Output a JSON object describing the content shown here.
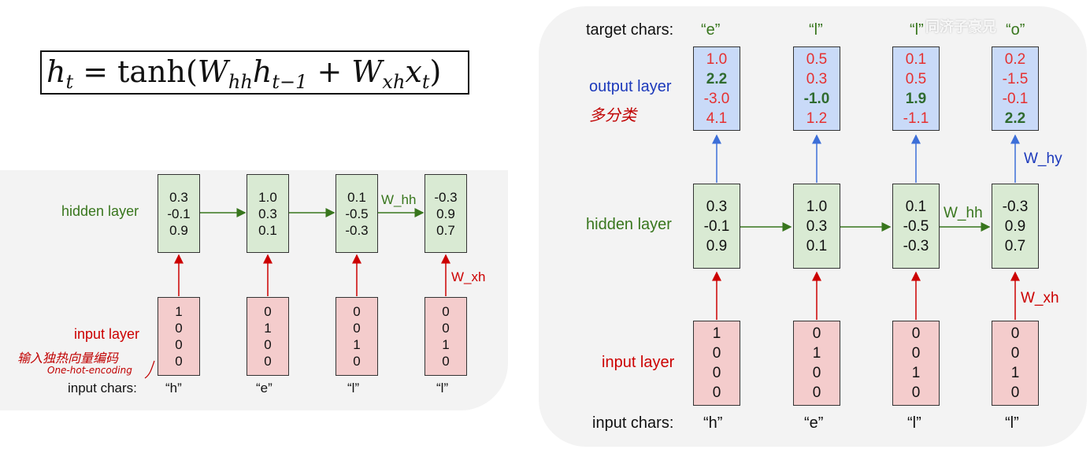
{
  "formula": {
    "h": "h",
    "t": "t",
    "eq": "= tanh(",
    "W1": "W",
    "hh": "hh",
    "h2": "h",
    "tm1": "t−1",
    "plus": " + ",
    "W2": "W",
    "xh": "xh",
    "x": "x",
    "t2": "t",
    "close": ")"
  },
  "left": {
    "hidden_label": "hidden layer",
    "input_label": "input layer",
    "input_chars_label": "input chars:",
    "handwritten_cn": "输入独热向量编码",
    "handwritten_en": "One-hot-encoding",
    "w_hh": "W_hh",
    "w_xh": "W_xh",
    "hidden": [
      [
        "0.3",
        "-0.1",
        "0.9"
      ],
      [
        "1.0",
        "0.3",
        "0.1"
      ],
      [
        "0.1",
        "-0.5",
        "-0.3"
      ],
      [
        "-0.3",
        "0.9",
        "0.7"
      ]
    ],
    "input": [
      [
        "1",
        "0",
        "0",
        "0"
      ],
      [
        "0",
        "1",
        "0",
        "0"
      ],
      [
        "0",
        "0",
        "1",
        "0"
      ],
      [
        "0",
        "0",
        "1",
        "0"
      ]
    ],
    "chars": [
      "“h”",
      "“e”",
      "“l”",
      "“l”"
    ]
  },
  "right": {
    "target_label": "target chars:",
    "output_label": "output layer",
    "handwritten_cn": "多分类",
    "hidden_label": "hidden layer",
    "input_label": "input layer",
    "input_chars_label": "input chars:",
    "w_hh": "W_hh",
    "w_xh": "W_xh",
    "w_hy": "W_hy",
    "targets": [
      "“e”",
      "“l”",
      "“l”",
      "“o”"
    ],
    "output": [
      [
        {
          "v": "1.0",
          "hi": false
        },
        {
          "v": "2.2",
          "hi": true
        },
        {
          "v": "-3.0",
          "hi": false
        },
        {
          "v": "4.1",
          "hi": false
        }
      ],
      [
        {
          "v": "0.5",
          "hi": false
        },
        {
          "v": "0.3",
          "hi": false
        },
        {
          "v": "-1.0",
          "hi": true
        },
        {
          "v": "1.2",
          "hi": false
        }
      ],
      [
        {
          "v": "0.1",
          "hi": false
        },
        {
          "v": "0.5",
          "hi": false
        },
        {
          "v": "1.9",
          "hi": true
        },
        {
          "v": "-1.1",
          "hi": false
        }
      ],
      [
        {
          "v": "0.2",
          "hi": false
        },
        {
          "v": "-1.5",
          "hi": false
        },
        {
          "v": "-0.1",
          "hi": false
        },
        {
          "v": "2.2",
          "hi": true
        }
      ]
    ],
    "hidden": [
      [
        "0.3",
        "-0.1",
        "0.9"
      ],
      [
        "1.0",
        "0.3",
        "0.1"
      ],
      [
        "0.1",
        "-0.5",
        "-0.3"
      ],
      [
        "-0.3",
        "0.9",
        "0.7"
      ]
    ],
    "input": [
      [
        "1",
        "0",
        "0",
        "0"
      ],
      [
        "0",
        "1",
        "0",
        "0"
      ],
      [
        "0",
        "0",
        "1",
        "0"
      ],
      [
        "0",
        "0",
        "1",
        "0"
      ]
    ],
    "chars": [
      "“h”",
      "“e”",
      "“l”",
      "“l”"
    ]
  },
  "watermark": "同济子豪兄",
  "colors": {
    "hidden": "#38761d",
    "input": "#cc0000",
    "output": "#1c39bb",
    "arrow_red": "#cc0000",
    "arrow_blue": "#3d6fd8",
    "arrow_green": "#38761d"
  }
}
